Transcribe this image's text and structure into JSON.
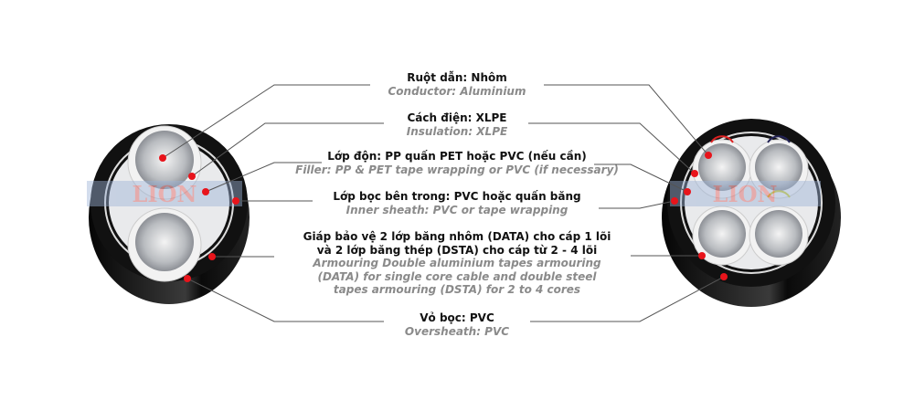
{
  "labels": [
    {
      "vi": "Ruột dẫn: Nhôm",
      "en": "Conductor: Aluminium"
    },
    {
      "vi": "Cách điện: XLPE",
      "en": "Insulation: XLPE"
    },
    {
      "vi": "Lớp độn: PP quấn PET hoặc PVC (nếu cần)",
      "en": "Filler: PP & PET tape wrapping or PVC (if necessary)"
    },
    {
      "vi": "Lớp bọc bên trong: PVC hoặc quấn băng",
      "en": "Inner sheath: PVC or tape wrapping"
    },
    {
      "vi": "Giáp bảo vệ 2 lớp băng nhôm (DATA) cho cáp 1 lõi và 2 lớp băng thép (DSTA) cho cáp từ 2 - 4 lõi",
      "en": "Armouring Double aluminium tapes armouring (DATA) for single core cable and double steel tapes armouring (DSTA) for 2 to 4 cores"
    },
    {
      "vi": "Vỏ bọc: PVC",
      "en": "Oversheath: PVC"
    }
  ],
  "watermark": "LION",
  "colors": {
    "marker": "#e8141b",
    "sheath": "#111111",
    "line": "#555555"
  }
}
